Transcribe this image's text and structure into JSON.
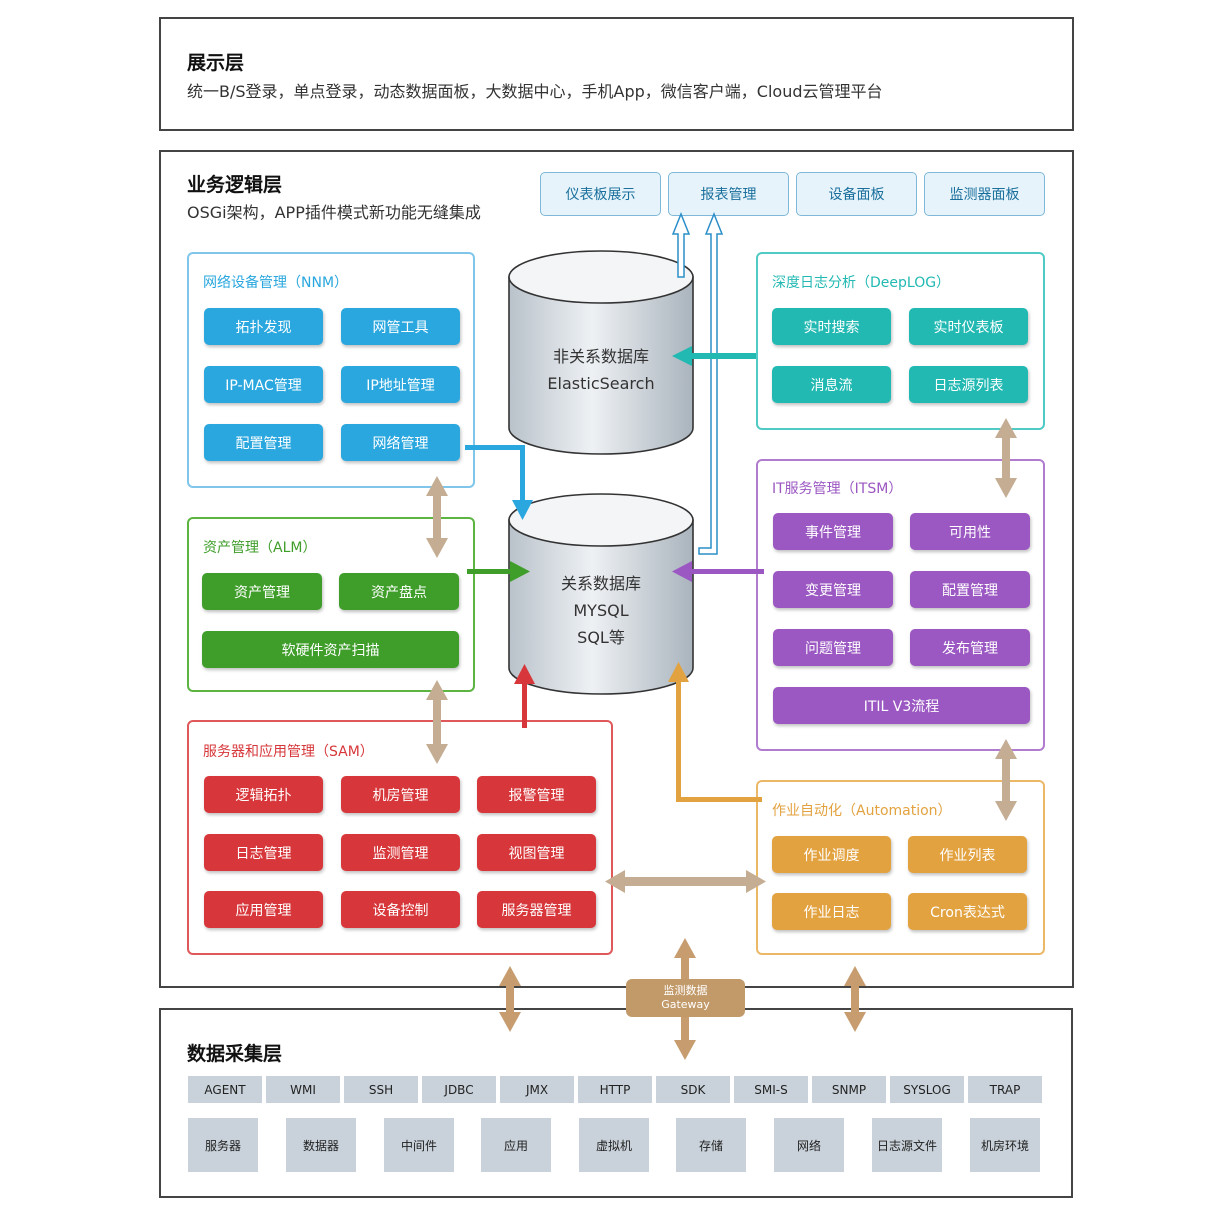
{
  "presentation": {
    "title": "展示层",
    "desc": "统一B/S登录，单点登录，动态数据面板，大数据中心，手机App，微信客户端，Cloud云管理平台"
  },
  "logic": {
    "title": "业务逻辑层",
    "subtitle": "OSGi架构，APP插件模式新功能无缝集成",
    "tabs": [
      "仪表板展示",
      "报表管理",
      "设备面板",
      "监测器面板"
    ]
  },
  "nnm": {
    "title": "网络设备管理（NNM）",
    "color": "#2aa7de",
    "items": [
      "拓扑发现",
      "网管工具",
      "IP-MAC管理",
      "IP地址管理",
      "配置管理",
      "网络管理"
    ]
  },
  "alm": {
    "title": "资产管理（ALM）",
    "color": "#3f9e2a",
    "items": [
      "资产管理",
      "资产盘点",
      "软硬件资产扫描"
    ]
  },
  "sam": {
    "title": "服务器和应用管理（SAM）",
    "color": "#d7373a",
    "items": [
      "逻辑拓扑",
      "机房管理",
      "报警管理",
      "日志管理",
      "监测管理",
      "视图管理",
      "应用管理",
      "设备控制",
      "服务器管理"
    ]
  },
  "deeplog": {
    "title": "深度日志分析（DeepLOG）",
    "color": "#22b9b3",
    "items": [
      "实时搜索",
      "实时仪表板",
      "消息流",
      "日志源列表"
    ]
  },
  "itsm": {
    "title": "IT服务管理（ITSM）",
    "color": "#9b57c2",
    "items": [
      "事件管理",
      "可用性",
      "变更管理",
      "配置管理",
      "问题管理",
      "发布管理",
      "ITIL V3流程"
    ]
  },
  "automation": {
    "title": "作业自动化（Automation）",
    "color": "#e3a240",
    "items": [
      "作业调度",
      "作业列表",
      "作业日志",
      "Cron表达式"
    ]
  },
  "db_nonrel": {
    "line1": "非关系数据库",
    "line2": "ElasticSearch"
  },
  "db_rel": {
    "line1": "关系数据库",
    "line2": "MYSQL",
    "line3": "SQL等"
  },
  "gateway": {
    "line1": "监测数据",
    "line2": "Gateway"
  },
  "collect": {
    "title": "数据采集层",
    "protocols": [
      "AGENT",
      "WMI",
      "SSH",
      "JDBC",
      "JMX",
      "HTTP",
      "SDK",
      "SMI-S",
      "SNMP",
      "SYSLOG",
      "TRAP"
    ],
    "sources": [
      "服务器",
      "数据器",
      "中间件",
      "应用",
      "虚拟机",
      "存储",
      "网络",
      "日志源文件",
      "机房环境"
    ]
  },
  "colors": {
    "tan_arrow": "#c4ad92",
    "brown_arrow": "#c79d70",
    "tab_border": "#7fb8d8",
    "gray_block": "#c9d2da"
  }
}
